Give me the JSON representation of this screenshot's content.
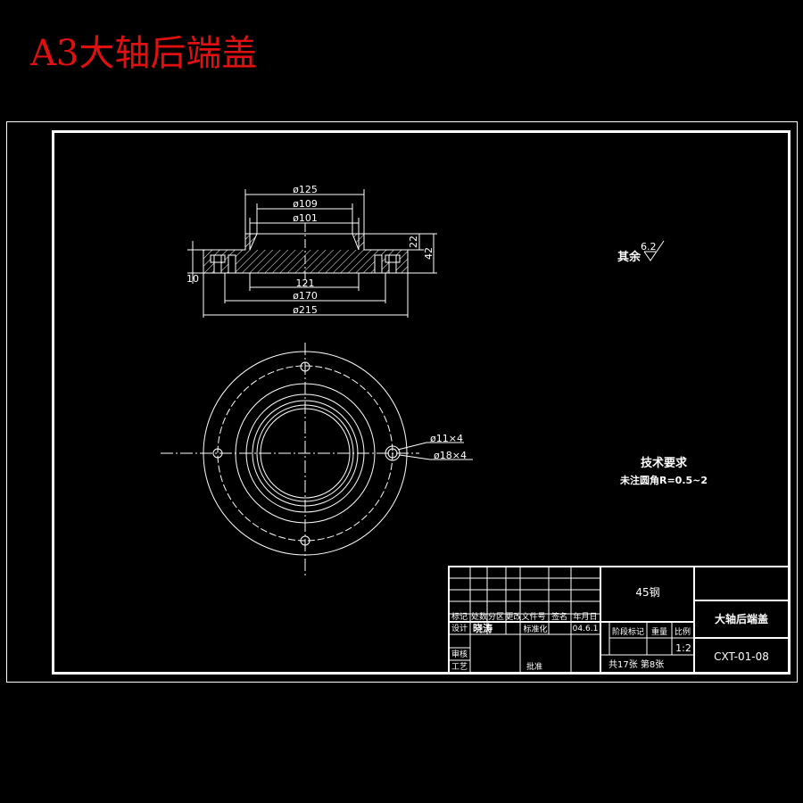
{
  "title": "A3大轴后端盖",
  "section_view": {
    "dims": {
      "d125": "ø125",
      "d109": "ø109",
      "d101": "ø101",
      "h22": "22",
      "h42": "42",
      "h10": "10",
      "h121": "121",
      "d170": "ø170",
      "d215": "ø215"
    }
  },
  "plan_view": {
    "hole_small": "ø11×4",
    "hole_large": "ø18×4"
  },
  "surface_finish": {
    "prefix": "其余",
    "value": "6.2"
  },
  "tech_requirements": {
    "heading": "技术要求",
    "item": "未注圆角R=0.5~2"
  },
  "title_block": {
    "material": "45钢",
    "part_name": "大轴后端盖",
    "drawing_no": "CXT-01-08",
    "scale": "1:2",
    "headers": {
      "mark": "标记",
      "count": "处数",
      "zone": "分区",
      "doc_no": "更改文件号",
      "signature": "签名",
      "date": "年月日",
      "stage_mark": "阶段标记",
      "weight": "重量",
      "scale": "比例"
    },
    "rows": {
      "design": "设计",
      "designer": "晓涛",
      "standardize": "标准化",
      "date_value": "04.6.1",
      "review": "审核",
      "process": "工艺",
      "approve": "批准",
      "sheets": "共17张 第8张"
    }
  }
}
